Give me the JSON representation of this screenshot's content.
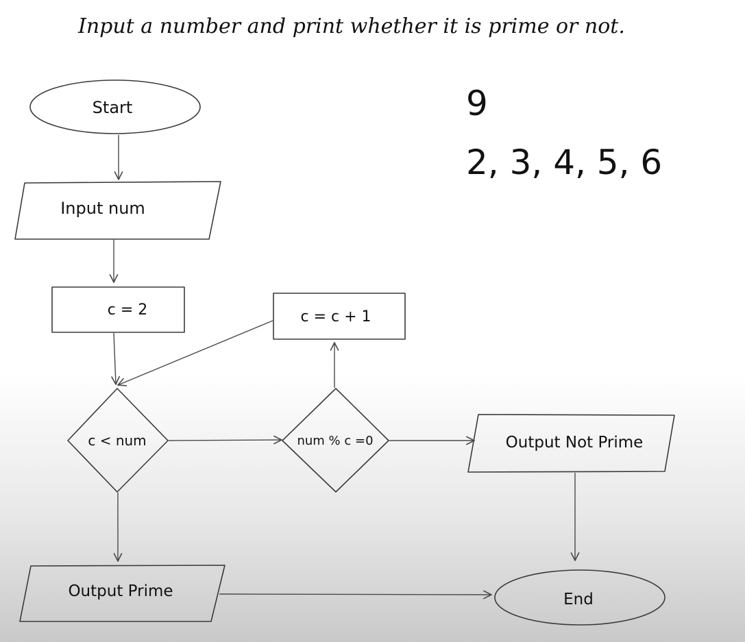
{
  "heading": "Input a number and print whether it is prime or not.",
  "notes": {
    "number": "9",
    "sequence": "2, 3, 4, 5, 6"
  },
  "flowchart": {
    "start": "Start",
    "input": "Input num",
    "init": "c = 2",
    "increment": "c = c + 1",
    "loop_condition": "c < num",
    "divisible_check": "num % c =0",
    "output_not_prime": "Output Not Prime",
    "output_prime": "Output Prime",
    "end": "End"
  }
}
